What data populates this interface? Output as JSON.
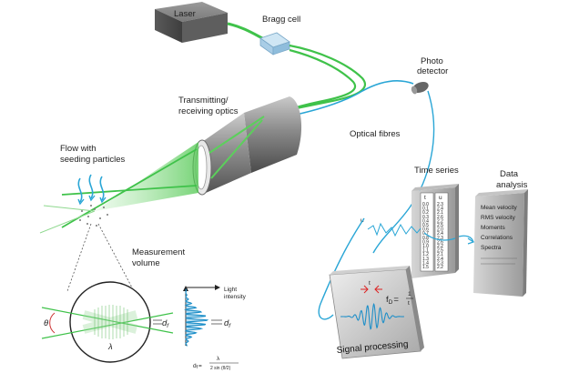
{
  "labels": {
    "laser": "Laser",
    "bragg_cell": "Bragg cell",
    "photo_detector_line1": "Photo",
    "photo_detector_line2": "detector",
    "optics_line1": "Transmitting/",
    "optics_line2": "receiving optics",
    "optical_fibres": "Optical fibres",
    "flow_line1": "Flow with",
    "flow_line2": "seeding particles",
    "time_series": "Time series",
    "data_analysis_line1": "Data",
    "data_analysis_line2": "analysis",
    "measurement_line1": "Measurement",
    "measurement_line2": "volume",
    "light_intensity_line1": "Light",
    "light_intensity_line2": "intensity",
    "signal_processing": "Signal processing",
    "theta": "θ",
    "lambda": "λ",
    "df": "d",
    "df_sub": "f",
    "u_label": "u",
    "t_label": "t",
    "formula_df": "d",
    "formula_df_sub": "f",
    "formula_eq": "=",
    "formula_num": "λ",
    "formula_den": "2 sin (θ/2)",
    "fd_main": "f",
    "fd_sub": "D",
    "fd_eq": "=",
    "fd_num": "1",
    "fd_den": "t"
  },
  "time_series_table": {
    "headers": [
      "t",
      "u"
    ],
    "rows": [
      [
        "0.0",
        "2.3"
      ],
      [
        "0.1",
        "2.4"
      ],
      [
        "0.2",
        "2.1"
      ],
      [
        "0.3",
        "2.6"
      ],
      [
        "0.4",
        "2.2"
      ],
      [
        "0.5",
        "2.5"
      ],
      [
        "0.6",
        "2.0"
      ],
      [
        "0.7",
        "2.4"
      ],
      [
        "0.8",
        "2.3"
      ],
      [
        "0.9",
        "2.6"
      ],
      [
        "1.0",
        "2.2"
      ],
      [
        "1.1",
        "2.5"
      ],
      [
        "1.2",
        "2.1"
      ],
      [
        "1.3",
        "2.4"
      ],
      [
        "1.4",
        "2.3"
      ],
      [
        "1.5",
        "2.2"
      ]
    ]
  },
  "analysis_items": [
    "Mean velocity",
    "RMS velocity",
    "Moments",
    "Correlations",
    "Spectra"
  ],
  "colors": {
    "beam_green": "#3fc24a",
    "fibre_blue": "#2aa6d6",
    "laser_body": "#6f6f6f",
    "optics_body": "#8c8c8c"
  }
}
